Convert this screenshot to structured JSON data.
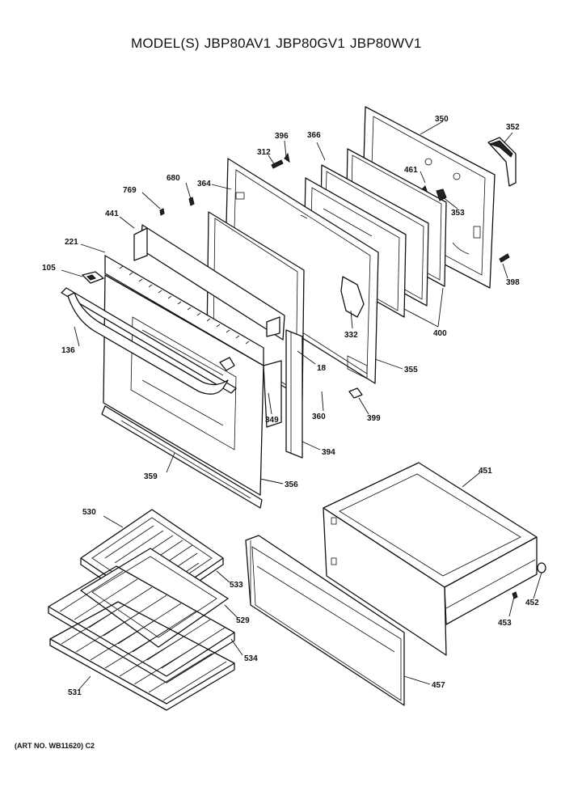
{
  "title": {
    "prefix": "MODEL(S)",
    "models": [
      "JBP80AV1",
      "JBP80GV1",
      "JBP80WV1"
    ]
  },
  "callouts": {
    "c350": "350",
    "c352": "352",
    "c396": "396",
    "c366": "366",
    "c312": "312",
    "c680": "680",
    "c364": "364",
    "c461": "461",
    "c353": "353",
    "c769": "769",
    "c441": "441",
    "c221": "221",
    "c105": "105",
    "c398": "398",
    "c400": "400",
    "c332": "332",
    "c136": "136",
    "c18": "18",
    "c355": "355",
    "c349": "349",
    "c360": "360",
    "c399": "399",
    "c394": "394",
    "c359": "359",
    "c356": "356",
    "c451": "451",
    "c530": "530",
    "c533": "533",
    "c452": "452",
    "c529": "529",
    "c453": "453",
    "c534": "534",
    "c531": "531",
    "c457": "457"
  },
  "footer": "(ART NO. WB11620) C2"
}
